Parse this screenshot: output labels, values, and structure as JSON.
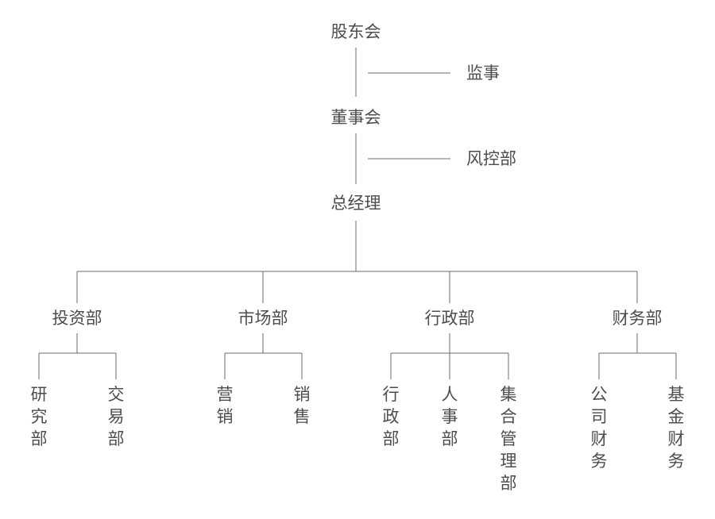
{
  "org": {
    "shareholders": "股东会",
    "supervisor": "监事",
    "board": "董事会",
    "risk_control": "风控部",
    "gm": "总经理",
    "departments": [
      {
        "name": "投资部",
        "subs": [
          "研究部",
          "交易部"
        ]
      },
      {
        "name": "市场部",
        "subs": [
          "营销",
          "销售"
        ]
      },
      {
        "name": "行政部",
        "subs": [
          "行政部",
          "人事部",
          "集合管理部"
        ]
      },
      {
        "name": "财务部",
        "subs": [
          "公司财务",
          "基金财务"
        ]
      }
    ]
  }
}
